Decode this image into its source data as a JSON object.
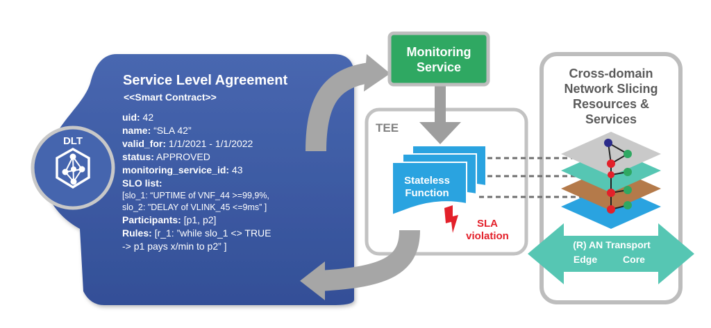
{
  "sla": {
    "title": "Service Level Agreement",
    "subtitle": "<<Smart Contract>>",
    "fields": {
      "uid_key": "uid:",
      "uid_val": "42",
      "name_key": "name:",
      "name_val": "“SLA 42”",
      "valid_key": "valid_for:",
      "valid_val": "1/1/2021 - 1/1/2022",
      "status_key": "status:",
      "status_val": "APPROVED",
      "mon_key": "monitoring_service_id:",
      "mon_val": "43",
      "slo_key": "SLO list:",
      "slo_line1": "[slo_1: “UPTIME of VNF_44 >=99,9%,",
      "slo_line2": "slo_2: \"DELAY of VLINK_45 <=9ms” ]",
      "part_key": "Participants:",
      "part_val": "[p1, p2]",
      "rules_key": "Rules:",
      "rules_val": "[r_1: ”while slo_1 <> TRUE",
      "rules_line2": "-> p1 pays x/min to p2” ]"
    }
  },
  "dlt": {
    "label": "DLT"
  },
  "monitoring": {
    "label_line1": "Monitoring",
    "label_line2": "Service"
  },
  "tee": {
    "label": "TEE"
  },
  "stateless": {
    "label_line1": "Stateless",
    "label_line2": "Function"
  },
  "violation": {
    "line1": "SLA",
    "line2": "violation"
  },
  "slicing": {
    "line1": "Cross-domain",
    "line2": "Network Slicing",
    "line3": "Resources &",
    "line4": "Services"
  },
  "domains": {
    "line1": "(R) AN Transport",
    "edge": "Edge",
    "core": "Core"
  },
  "colors": {
    "sla_blue": "#3f5ea8",
    "monitoring_green": "#2fa862",
    "function_blue": "#2aa3e0",
    "violation_red": "#e3202a",
    "arrow_gray": "#a6a6a6",
    "teal": "#56c6b3",
    "layer_brown": "#b47a4a",
    "layer_gray": "#c9c9c9"
  }
}
